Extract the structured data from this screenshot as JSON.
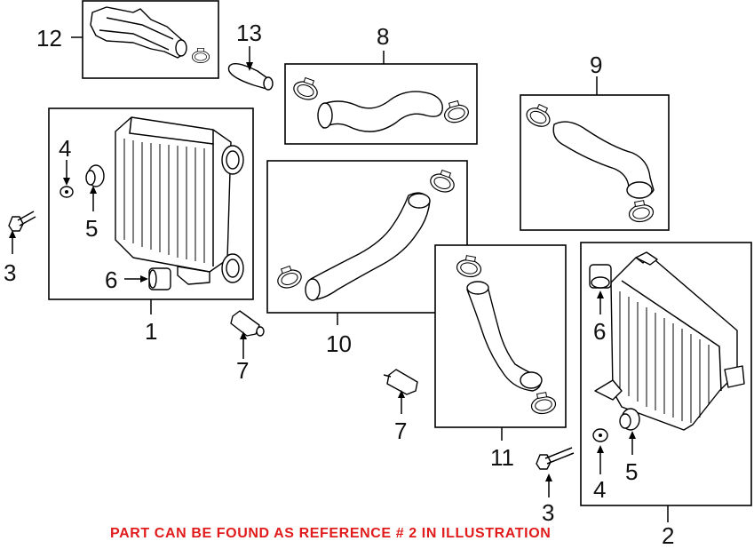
{
  "caption": "PART CAN BE FOUND AS REFERENCE # 2 IN ILLUSTRATION",
  "callouts": {
    "c1": "1",
    "c2": "2",
    "c3a": "3",
    "c3b": "3",
    "c4a": "4",
    "c4b": "4",
    "c5a": "5",
    "c5b": "5",
    "c6a": "6",
    "c6b": "6",
    "c7a": "7",
    "c7b": "7",
    "c8": "8",
    "c9": "9",
    "c10": "10",
    "c11": "11",
    "c12": "12",
    "c13": "13"
  },
  "colors": {
    "caption": "#e11b1b",
    "line": "#000000",
    "background": "#ffffff"
  }
}
